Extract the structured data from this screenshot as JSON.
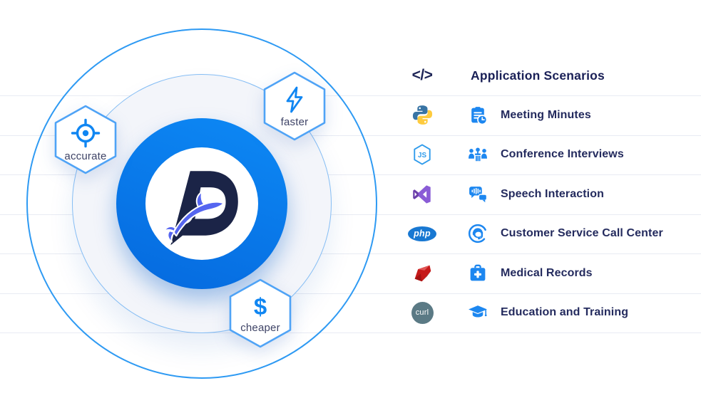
{
  "diagram": {
    "logo_letter": "D",
    "badges": [
      {
        "label": "accurate",
        "icon": "target-icon"
      },
      {
        "label": "faster",
        "icon": "lightning-icon"
      },
      {
        "label": "cheaper",
        "icon": "dollar-icon",
        "symbol": "$"
      }
    ]
  },
  "scenarios": {
    "header": {
      "icon_glyph": "</>",
      "title": "Application Scenarios"
    },
    "rows": [
      {
        "language": "python",
        "badge_text": "",
        "scenario_icon": "meeting-minutes-icon",
        "label": "Meeting Minutes"
      },
      {
        "language": "nodejs",
        "badge_text": "JS",
        "scenario_icon": "conference-interviews-icon",
        "label": "Conference Interviews"
      },
      {
        "language": "visual-studio",
        "badge_text": "",
        "scenario_icon": "speech-interaction-icon",
        "label": "Speech Interaction"
      },
      {
        "language": "php",
        "badge_text": "php",
        "scenario_icon": "customer-service-icon",
        "label": "Customer Service Call Center"
      },
      {
        "language": "ruby",
        "badge_text": "",
        "scenario_icon": "medical-records-icon",
        "label": "Medical Records"
      },
      {
        "language": "curl",
        "badge_text": "curl",
        "scenario_icon": "education-training-icon",
        "label": "Education and Training"
      }
    ]
  },
  "colors": {
    "accent_blue": "#0b82f1",
    "icon_blue": "#1d87f0",
    "navy_text": "#242b5e",
    "dolphin_indigo": "#5565f0",
    "logo_navy": "#1b2447",
    "php_blue": "#1878d2",
    "ruby_red": "#c61a1a",
    "vs_purple": "#8a5cd6",
    "python_blue": "#3874a4",
    "python_yellow": "#fecb3e",
    "curl_slate": "#5b7a85",
    "hexagon_border": "#4fa3f6",
    "line_gray": "#e8ebf3"
  }
}
